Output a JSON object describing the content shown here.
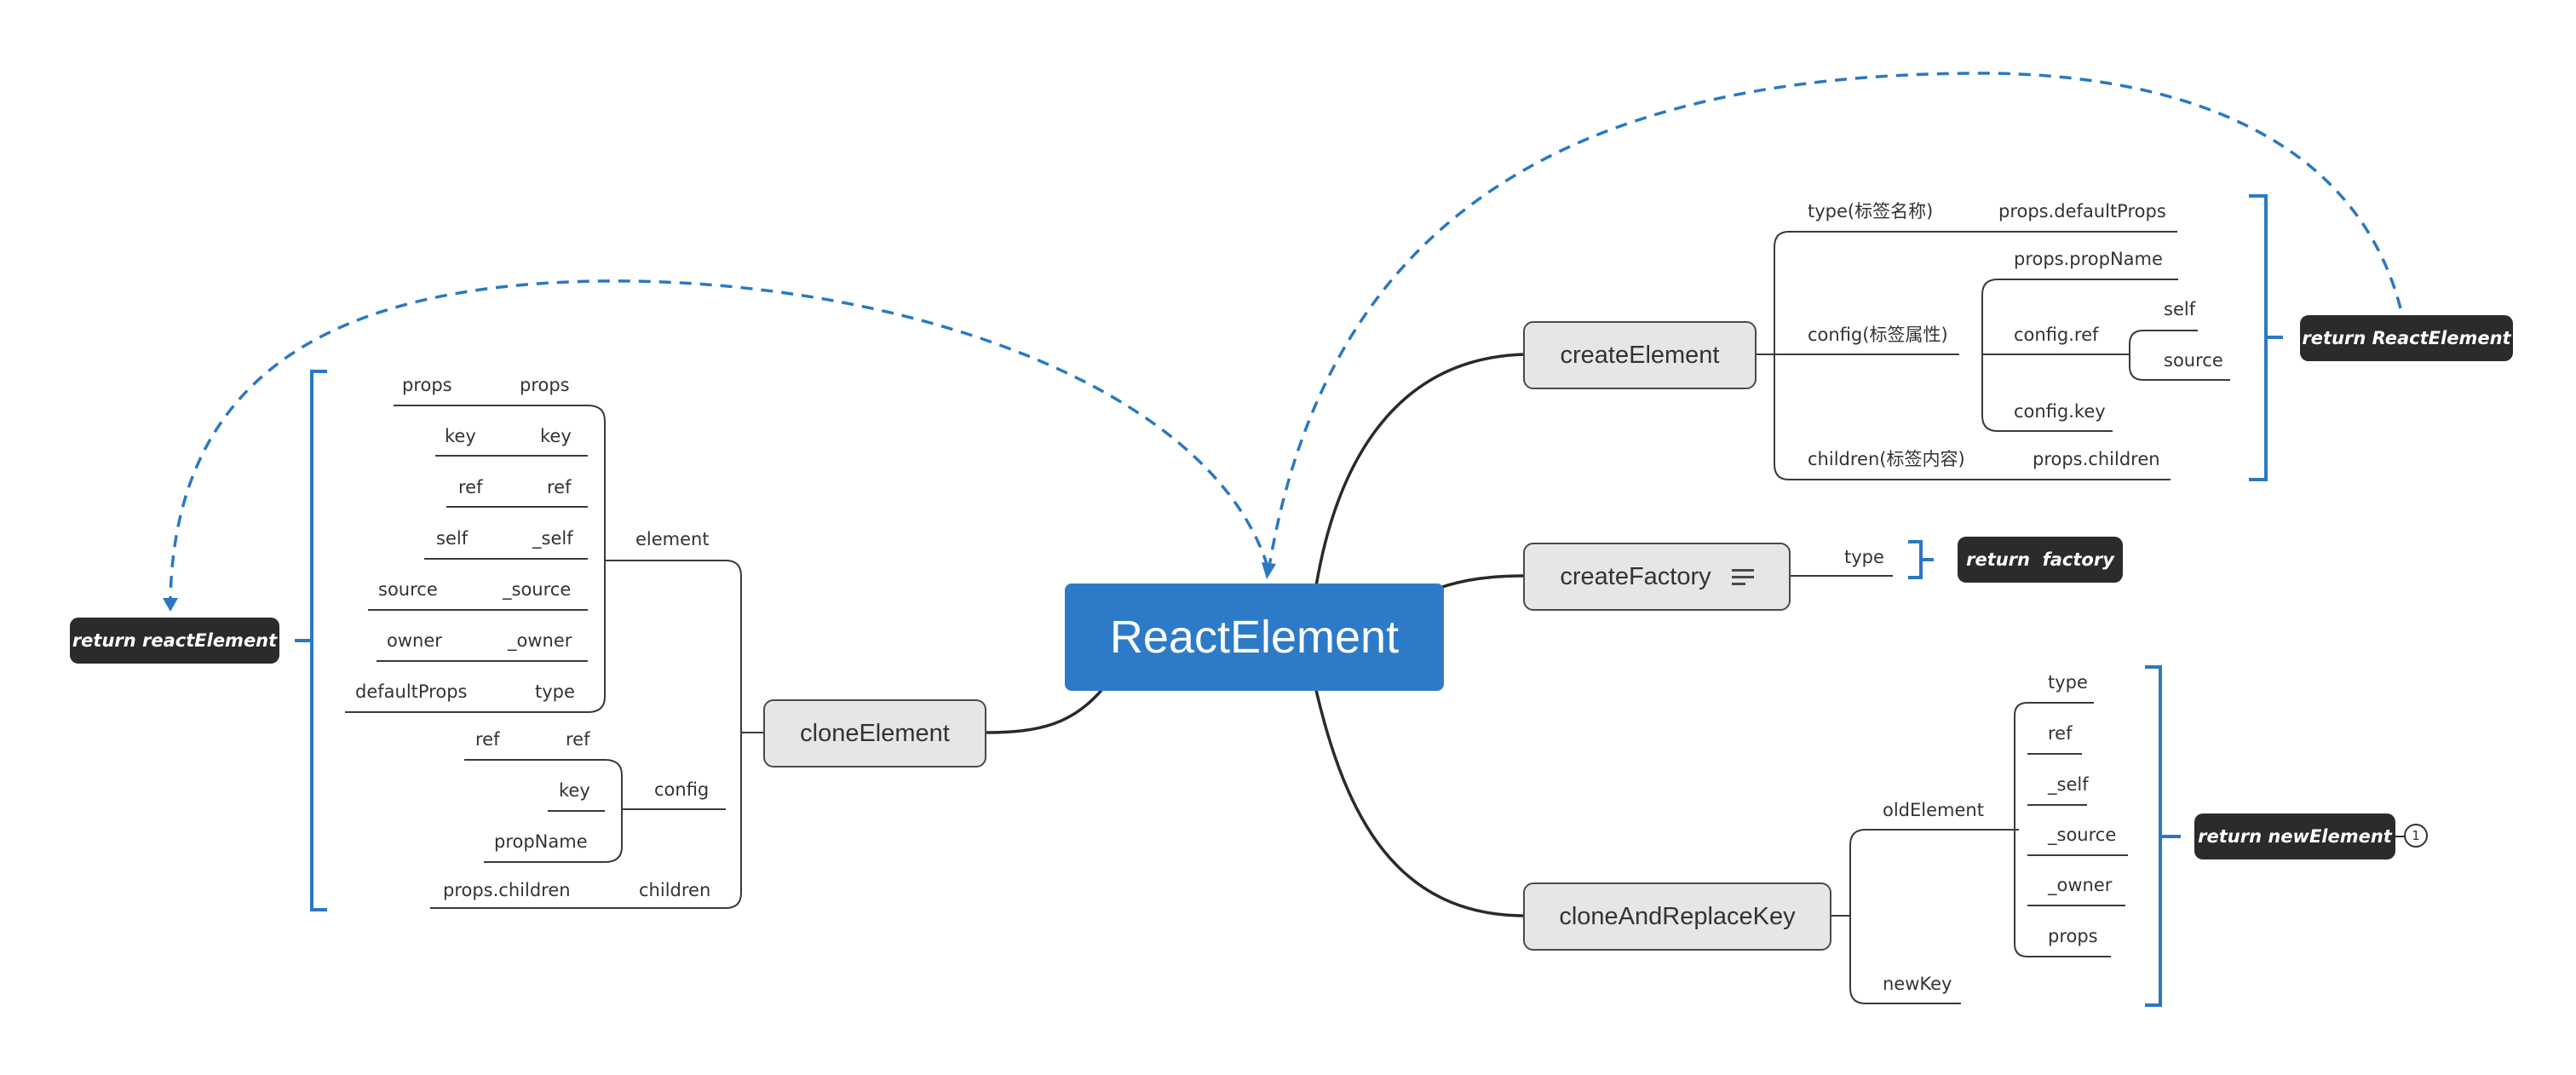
{
  "root": {
    "label": "ReactElement"
  },
  "createElement": {
    "label": "createElement",
    "params": {
      "type": {
        "label": "type(标签名称)",
        "maps": "props.defaultProps"
      },
      "config": {
        "label": "config(标签属性)",
        "prop_name": "props.propName",
        "ref": "config.ref",
        "ref_children": [
          "self",
          "source"
        ],
        "key": "config.key"
      },
      "children": {
        "label": "children(标签内容)",
        "maps": "props.children"
      }
    },
    "returns": "return ReactElement"
  },
  "createFactory": {
    "label": "createFactory",
    "has_notes_icon": true,
    "param": "type",
    "returns": "return  factory"
  },
  "cloneAndReplaceKey": {
    "label": "cloneAndReplaceKey",
    "oldElement": {
      "label": "oldElement",
      "fields": [
        "type",
        "ref",
        "_self",
        "_source",
        "_owner",
        "props"
      ]
    },
    "newKey": "newKey",
    "returns": "return newElement",
    "badge": "1"
  },
  "cloneElement": {
    "label": "cloneElement",
    "element": {
      "label": "element",
      "rows": [
        {
          "target": "props",
          "source": "props"
        },
        {
          "target": "key",
          "source": "key"
        },
        {
          "target": "ref",
          "source": "ref"
        },
        {
          "target": "self",
          "source": "_self"
        },
        {
          "target": "source",
          "source": "_source"
        },
        {
          "target": "owner",
          "source": "_owner"
        },
        {
          "target": "defaultProps",
          "source": "type"
        }
      ]
    },
    "config": {
      "label": "config",
      "rows": [
        {
          "target": "ref",
          "source": "ref"
        },
        {
          "target": "",
          "source": "key"
        },
        {
          "target": "",
          "source": "propName"
        }
      ]
    },
    "children": {
      "label": "children",
      "target": "props.children"
    },
    "returns": "return reactElement"
  },
  "colors": {
    "root": "#2d7bc8",
    "accent": "#2a78c2",
    "branch_fill": "#e6e6e6",
    "return_fill": "#2b2b2b",
    "line": "#333333"
  }
}
